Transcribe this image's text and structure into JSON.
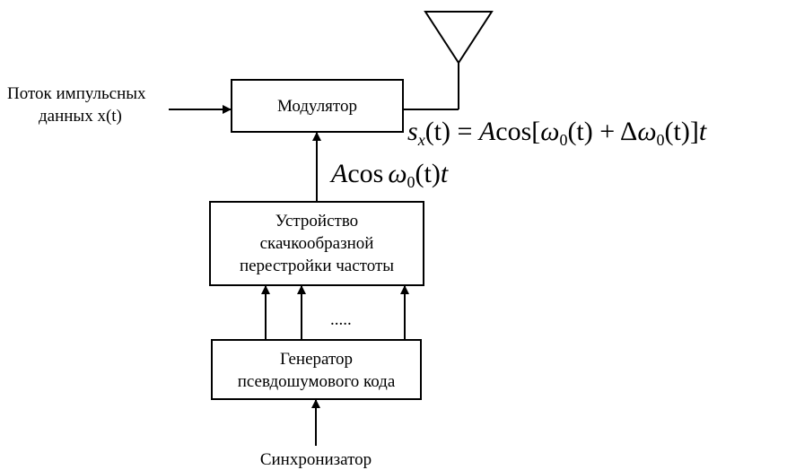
{
  "input": {
    "line1": "Поток импульсных",
    "line2": "данных x(t)"
  },
  "modulator": {
    "label": "Модулятор"
  },
  "output_formula": {
    "s": "s",
    "s_sub": "x",
    "lhs_arg": "(t) = ",
    "a": "A",
    "cos": "cos",
    "bracket_open": "[",
    "w1": "ω",
    "w1_sub": "0",
    "w1_arg": "(t) + Δ",
    "w2": "ω",
    "w2_sub": "0",
    "w2_arg": "(t)",
    "bracket_close": "]",
    "t": "t"
  },
  "carrier_formula": {
    "a": "A",
    "cos": "cos",
    "w": "ω",
    "w_sub": "0",
    "arg": "(t)",
    "t": "t"
  },
  "hopper": {
    "line1": "Устройство",
    "line2": "скачкообразной",
    "line3": "перестройки частоты"
  },
  "ellipsis": ".....",
  "pn_generator": {
    "line1": "Генератор",
    "line2": "псевдошумового кода"
  },
  "sync": {
    "label": "Синхронизатор"
  }
}
